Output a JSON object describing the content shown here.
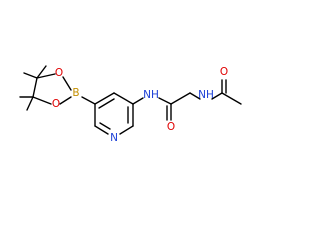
{
  "structure": {
    "atoms": {
      "B": {
        "text": "B",
        "color": "#c48f00"
      },
      "O1": {
        "text": "O",
        "color": "#e00000"
      },
      "O2": {
        "text": "O",
        "color": "#e00000"
      },
      "N_pyr": {
        "text": "N",
        "color": "#1b3fd6"
      },
      "NH1": {
        "text": "NH",
        "color": "#1b3fd6"
      },
      "O_amide": {
        "text": "O",
        "color": "#e00000"
      },
      "NH2": {
        "text": "NH",
        "color": "#1b3fd6"
      },
      "O_acetyl": {
        "text": "O",
        "color": "#e00000"
      }
    },
    "bond_color": "#000000"
  }
}
